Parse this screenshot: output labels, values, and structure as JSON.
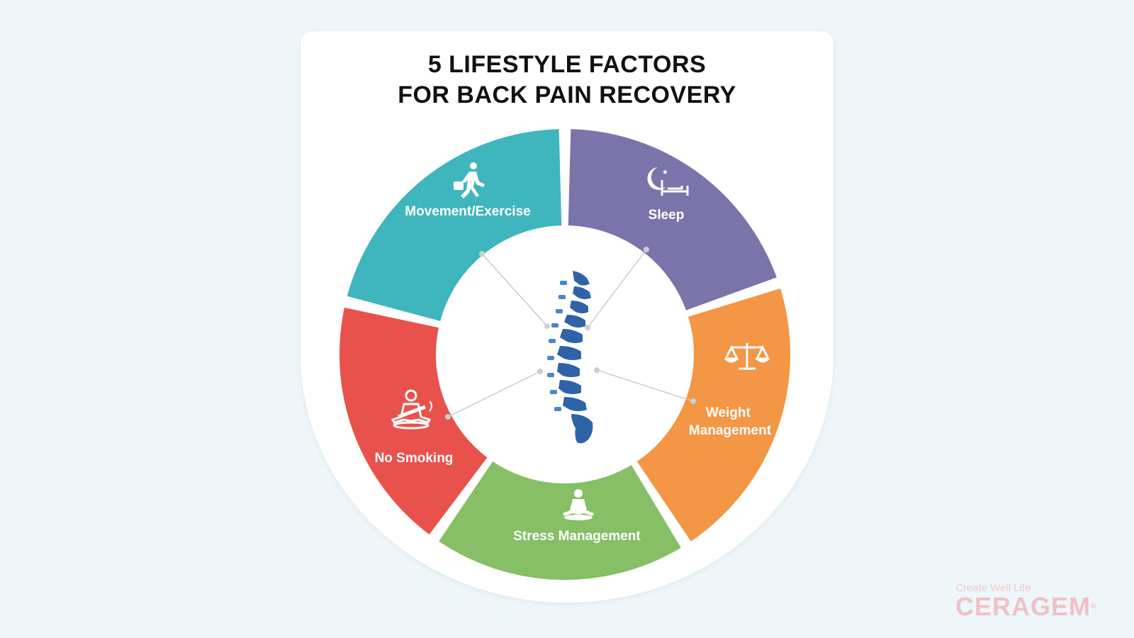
{
  "title": {
    "line1": "5 LIFESTYLE FACTORS",
    "line2": "FOR BACK PAIN RECOVERY"
  },
  "center_icon": "spine-icon",
  "segments": [
    {
      "key": "movement",
      "label_lines": [
        "Movement/Exercise"
      ],
      "color": "#3fb5bd",
      "icon": "walking-person-icon"
    },
    {
      "key": "sleep",
      "label_lines": [
        "Sleep"
      ],
      "color": "#7a74aa",
      "icon": "moon-bed-icon"
    },
    {
      "key": "weight",
      "label_lines": [
        "Weight",
        "Management"
      ],
      "color": "#f39645",
      "icon": "balance-scale-icon"
    },
    {
      "key": "stress",
      "label_lines": [
        "Stress Management"
      ],
      "color": "#86bf65",
      "icon": "meditation-icon"
    },
    {
      "key": "smoking",
      "label_lines": [
        "No Smoking"
      ],
      "color": "#e9524c",
      "icon": "no-smoking-meditation-icon"
    }
  ],
  "brand": {
    "tagline": "Create Well Life",
    "name": "CERAGEM",
    "mark": "®"
  }
}
